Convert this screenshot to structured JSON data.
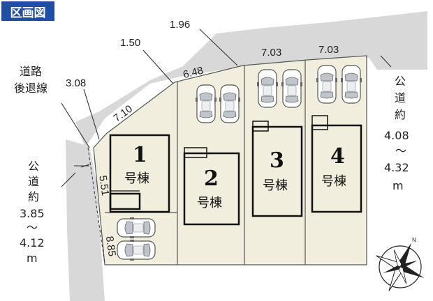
{
  "header": {
    "title": "区画図"
  },
  "road_setback": {
    "line1": "道路",
    "line2": "後退線"
  },
  "dimensions": {
    "d_1_50": "1.50",
    "d_1_96": "1.96",
    "d_3_08": "3.08",
    "d_6_48": "6.48",
    "d_7_10": "7.10",
    "d_7_03_a": "7.03",
    "d_7_03_b": "7.03",
    "d_5_51": "5.51",
    "d_8_85": "8.85"
  },
  "road_left": {
    "l1": "公",
    "l2": "道",
    "l3": "約",
    "l4": "3.85",
    "l5": "～",
    "l6": "4.12",
    "l7": "m"
  },
  "road_right": {
    "l1": "公",
    "l2": "道",
    "l3": "約",
    "l4": "4.08",
    "l5": "～",
    "l6": "4.32",
    "l7": "m"
  },
  "lots": [
    {
      "number": "1",
      "unit": "号棟"
    },
    {
      "number": "2",
      "unit": "号棟"
    },
    {
      "number": "3",
      "unit": "号棟"
    },
    {
      "number": "4",
      "unit": "号棟"
    }
  ],
  "compass": {
    "north": "N"
  }
}
